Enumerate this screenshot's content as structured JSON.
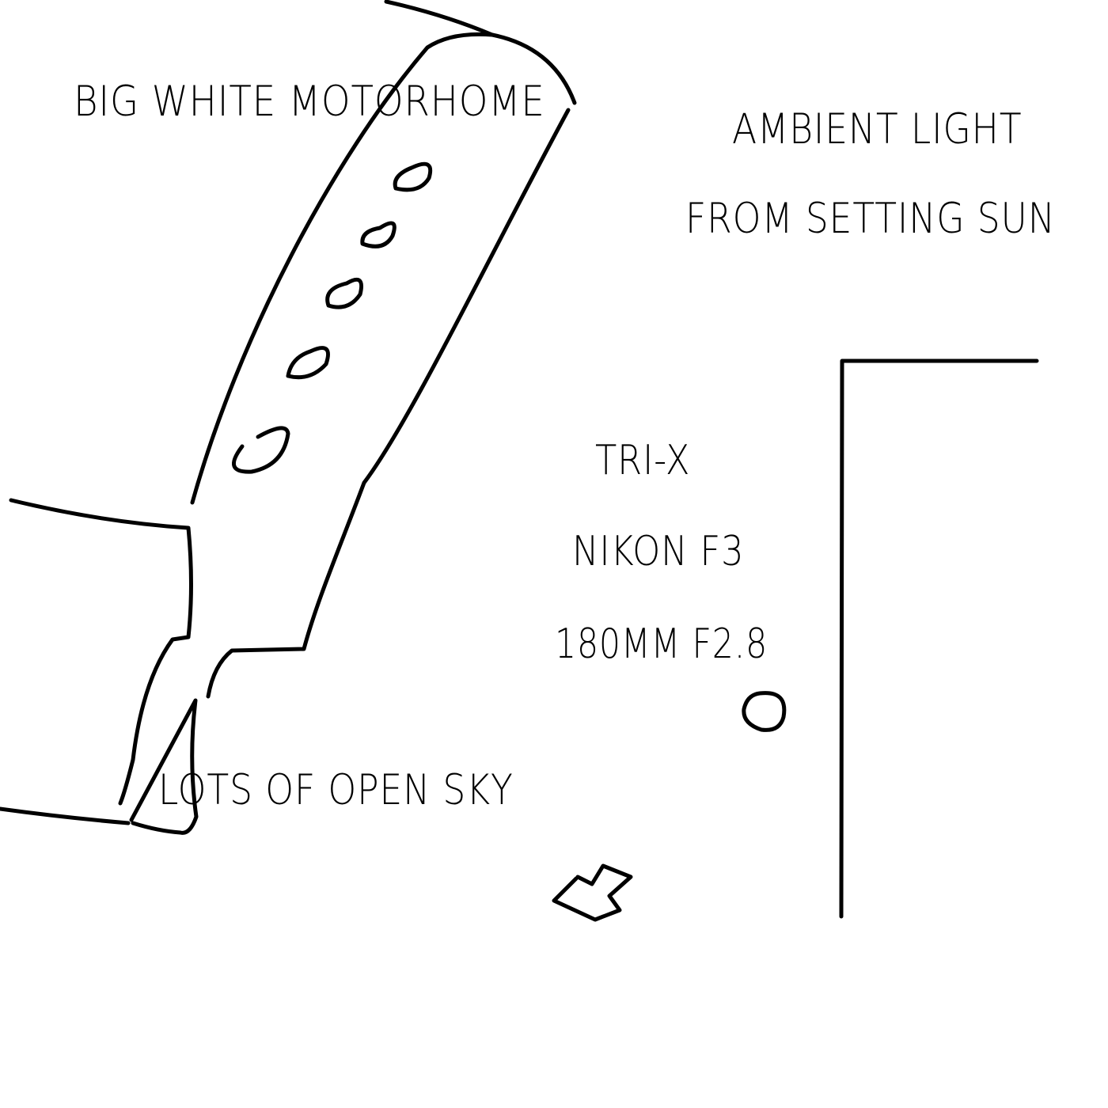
{
  "labels": {
    "motorhome": "BIG WHITE MOTORHOME",
    "ambient_light_line1": "AMBIENT LIGHT",
    "ambient_light_line2": "FROM SETTING SUN",
    "film": "TRI-X",
    "camera": "NIKON F3",
    "lens": "180MM F2.8",
    "sky": "LOTS OF OPEN SKY"
  },
  "colors": {
    "ink": "#000000",
    "paper": "#ffffff"
  }
}
